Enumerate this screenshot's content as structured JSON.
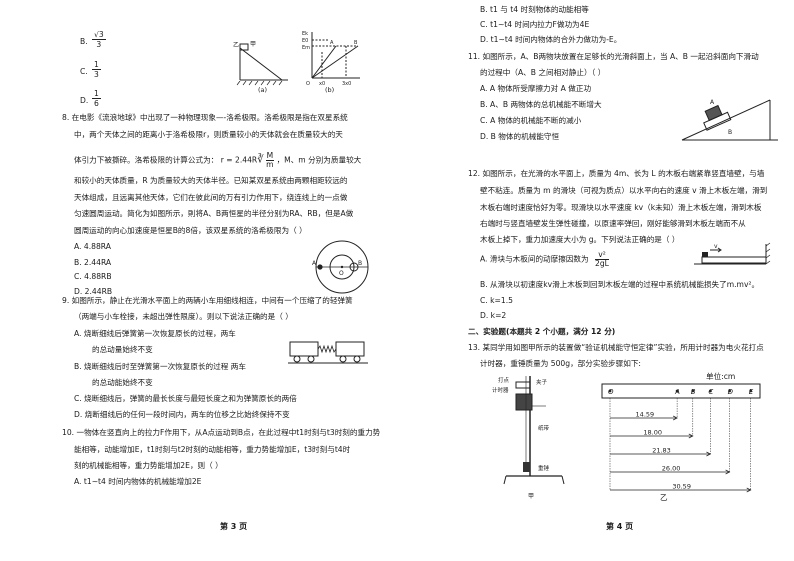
{
  "left": {
    "options_top": {
      "B": "B.",
      "B_val": "√3 / 3",
      "C": "C.",
      "C_num": "1",
      "C_den": "3",
      "D": "D.",
      "D_num": "1",
      "D_den": "6"
    },
    "fig_a": {
      "label_yi": "乙",
      "label_jia": "甲",
      "caption": "(a)"
    },
    "fig_b": {
      "ek": "Ek",
      "e0": "E0",
      "em": "Em",
      "A": "A",
      "B": "B",
      "O": "O",
      "x0": "x0",
      "x3": "3x0",
      "caption": "(b)"
    },
    "q8": {
      "l1": "8.  在电影《流浪地球》中出现了一种物理现象—-洛希极限。洛希极限是指在双星系统",
      "l2": "中，两个天体之间的距离小于洛希极限r，则质量较小的天体就会在质量较大的天",
      "l3a": "体引力下被撕碎。洛希极限的计算公式为：",
      "l3b": "r = 2.44R",
      "l3c": "M",
      "l3d": "m",
      "l3e": "，M、m 分别为质量较大",
      "l4": "和较小的天体质量，R 为质量较大的天体半径。已知某双星系统由两颗相距较远的",
      "l5": "天体组成，且远离其他天体，它们在彼此间的万有引力作用下，绕连线上的一点做",
      "l6": "匀速圆周运动。简化为如图所示，則将A、B两恒星的半径分别为RA、RB，但是A做",
      "l7": "圆周运动的向心加速度是恒星B的8倍，该双星系统的洛希极限为（      ）",
      "A": "A. 4.88RA",
      "B": "B. 2.44RA",
      "C": "C. 4.88RB",
      "D": "D. 2.44RB",
      "fig": {
        "A": "A",
        "O": "O",
        "B": "B"
      }
    },
    "q9": {
      "l1": "9.  如图所示，静止在光滑水平面上的两辆小车用细线相连，中间有一个压缩了的轻弹簧",
      "l2": "（两端与小车栓接，未超出弹性限度）。则以下说法正确的是（      ）",
      "A1": "A.  烧断细线后弹簧第一次恢复原长的过程，两车",
      "A2": "的总动量始终不变",
      "B1": "B.  烧断细线后时至弹簧第一次恢复原长的过程  两车",
      "B2": "的总动能始终不变",
      "C": "C.  烧断细线后，弹簧的最长长度与最短长度之和为弹簧原长的两倍",
      "D": "D.  烧断细线后的任何一段时间内，两车的位移之比始终保持不变"
    },
    "q10": {
      "l1": "10.  一物体在竖直向上的拉力F作用下，从A点运动到B点，在此过程中t1时刻与t3时刻的重力势",
      "l2": "能相等，动能增加E，t1时刻与t2时刻的动能相等，重力势能增加E，t3时刻与t4时",
      "l3": "刻的机械能相等，重力势能增加2E，则（      ）",
      "A": "A. t1~t4 时间内物体的机械能增加2E"
    },
    "page": "第 3 页"
  },
  "right": {
    "q10cont": {
      "B": "B. t1 与 t4 时刻物体的动能相等",
      "C": "C. t1~t4 时间内拉力F做功为4E",
      "D": "D. t1~t4 时间内物体的合外力做功为-E。"
    },
    "q11": {
      "l1": "11. 如图所示，A、B两物块放置在足够长的光滑斜面上，当 A、B 一起沿斜面向下滑动",
      "l2": "的过程中（A、B 之间相对静止）（      ）",
      "A": "A. A 物体所受摩擦力对 A 做正功",
      "B": "B. A、B 两物体的总机械能不断增大",
      "C": "C. A 物体的机械能不断的减小",
      "D": "D. B 物体的机械能守恒",
      "fig": {
        "A": "A",
        "B": "B"
      }
    },
    "q12": {
      "l1": "12. 如图所示，在光滑的水平面上，质量为 4m、长为 L 的木板右端紧靠竖直墙壁，与墙",
      "l2": "壁不粘连。质量为 m 的滑块（可视为质点）以水平向右的速度 v 滑上木板左端，滑到",
      "l3": "木板右端时速度恰好为零。现滑块以水平速度 kv（k未知）滑上木板左端，滑到木板",
      "l4": "右端时与竖直墙壁发生弹性碰撞，以原速率弹回，刚好能够滑到木板左端而不从",
      "l5": "木板上掉下，重力加速度大小为 g。下列说法正确的是（      ）",
      "A1": "A.  滑块与木板间的动摩擦因数为",
      "A_num": "v²",
      "A_den": "2gL",
      "B": "B. 从滑块以初速度kv滑上木板到回到木板左端的过程中系统机械能损失了m.mv²。",
      "C": "C.  k=1.5",
      "D": "D.  k=2",
      "fig": {
        "v": "v"
      }
    },
    "sec2": "二、实验题(本题共 2 个小题，满分 12 分)",
    "q13": {
      "l1": "13. 某同学用如图甲所示的装置做“验证机械能守恒定律”实验，所用计时器为电火花打点",
      "l2": "计时器，重锤质量为 500g，部分实验步骤如下:",
      "fig_jia": {
        "clip": "夹子",
        "timer1": "打点",
        "timer2": "计时器",
        "tape": "纸带",
        "weight": "重锤",
        "caption": "甲"
      },
      "fig_yi": {
        "unit": "单位:cm",
        "points": [
          "O",
          "A",
          "B",
          "C",
          "D",
          "E"
        ],
        "dims": [
          "14.59",
          "18.00",
          "21.83",
          "26.00",
          "30.59"
        ],
        "caption": "乙"
      }
    },
    "page": "第 4 页"
  }
}
